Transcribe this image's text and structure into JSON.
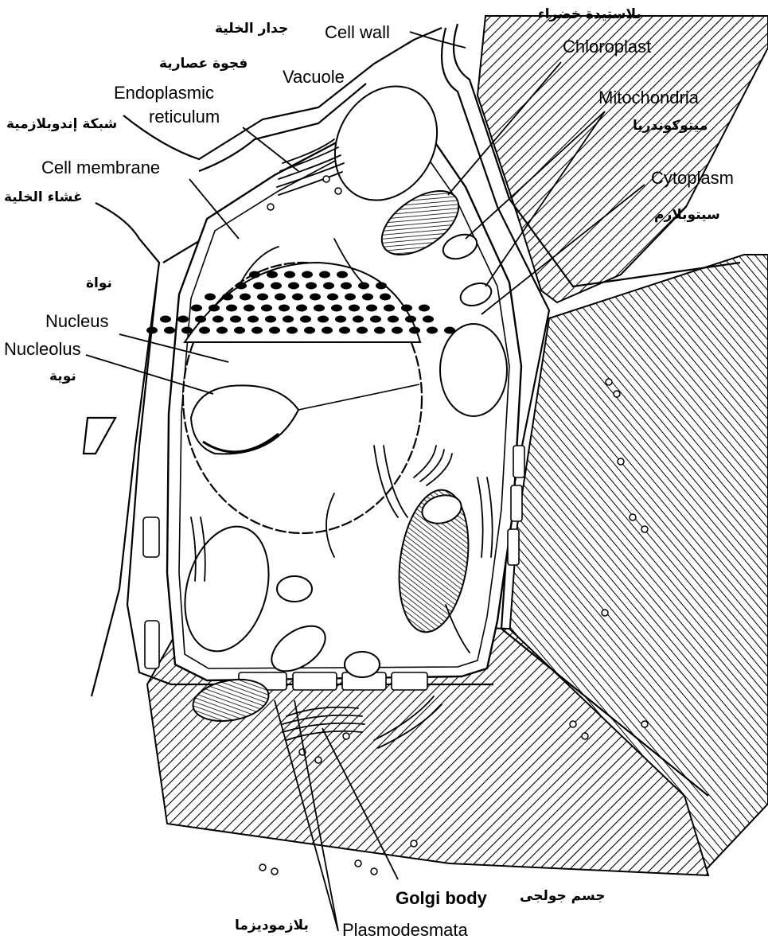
{
  "diagram": {
    "labels": {
      "cell_wall": {
        "en": "Cell wall",
        "ar": "جدار الخلية"
      },
      "chloroplast": {
        "en": "Chloroplast",
        "ar": "بلاستيدة خضراء"
      },
      "vacuole": {
        "en": "Vacuole",
        "ar": "فجوة عصارية"
      },
      "endoplasmic_reticulum": {
        "en_line1": "Endoplasmic",
        "en_line2": "reticulum",
        "ar": "شبكة إندوبلازمية"
      },
      "mitochondria": {
        "en": "Mitochondria",
        "ar": "ميتوكوندريا"
      },
      "cytoplasm": {
        "en": "Cytoplasm",
        "ar": "سيتوبلازم"
      },
      "cell_membrane": {
        "en": "Cell membrane",
        "ar": "غشاء الخلية"
      },
      "nucleus": {
        "en": "Nucleus",
        "ar": "نواة"
      },
      "nucleolus": {
        "en": "Nucleolus",
        "ar": "نوية"
      },
      "golgi_body": {
        "en": "Golgi body",
        "ar": "جسم جولجى"
      },
      "plasmodesmata": {
        "en": "Plasmodesmata",
        "ar": "بلازموديزما"
      }
    },
    "colors": {
      "ink": "#000000",
      "paper": "#ffffff",
      "hatch": "#000000"
    }
  }
}
